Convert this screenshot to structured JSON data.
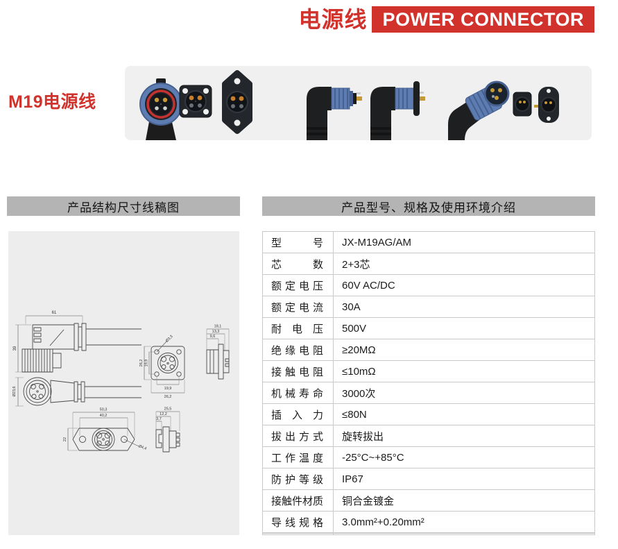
{
  "banner": {
    "title_cn": "电源线",
    "title_en": "POWER CONNECTOR"
  },
  "product_title": "M19电源线",
  "section_headers": {
    "left": "产品结构尺寸线稿图",
    "right": "产品型号、规格及使用环境介绍"
  },
  "spec_table": {
    "rows": [
      {
        "label": "型号",
        "value": "JX-M19AG/AM"
      },
      {
        "label": "芯数",
        "value": "2+3芯"
      },
      {
        "label": "额定电压",
        "value": "60V AC/DC"
      },
      {
        "label": "额定电流",
        "value": "30A"
      },
      {
        "label": "耐电压",
        "value": "500V"
      },
      {
        "label": "绝缘电阻",
        "value": "≥20MΩ"
      },
      {
        "label": "接触电阻",
        "value": "≤10mΩ"
      },
      {
        "label": "机械寿命",
        "value": "3000次"
      },
      {
        "label": "插入力",
        "value": "≤80N"
      },
      {
        "label": "拔出方式",
        "value": "旋转拔出"
      },
      {
        "label": "工作温度",
        "value": "-25°C~+85°C"
      },
      {
        "label": "防护等级",
        "value": "IP67"
      },
      {
        "label": "接触件材质",
        "value": "铜合金镀金"
      },
      {
        "label": "导线规格",
        "value": "3.0mm²+0.20mm²"
      },
      {
        "label": "",
        "value": ""
      },
      {
        "label": "",
        "value": ""
      }
    ]
  },
  "drawing": {
    "view_side": {
      "width": "61",
      "height": "39"
    },
    "view_front": {
      "diameter": "Ø23,6"
    },
    "view_square_flange": {
      "hole": "Ø3,3",
      "height_outer": "26,2",
      "height_inner": "19,9",
      "width_inner": "19,9",
      "width_outer": "26,2"
    },
    "view_square_side": {
      "depth_total": "18,1",
      "depth_mid": "13,3",
      "depth_front": "9,6"
    },
    "view_oval_flange": {
      "width_outer": "50,3",
      "width_inner": "40,2",
      "height": "22",
      "hole": "Ø4,4"
    },
    "view_oval_side": {
      "depth_total": "25,5",
      "depth_mid": "12,2",
      "depth_front": "3,7"
    }
  },
  "colors": {
    "accent_red": "#d2322c",
    "header_bar_gray": "#b4b4b4",
    "panel_gray": "#ededed",
    "photo_strip_gray": "#f0f0f0",
    "connector_blue": "#5d7cb2",
    "connector_red_ring": "#c63230",
    "pin_gold": "#c59a36",
    "table_border": "#c9c9c9"
  }
}
